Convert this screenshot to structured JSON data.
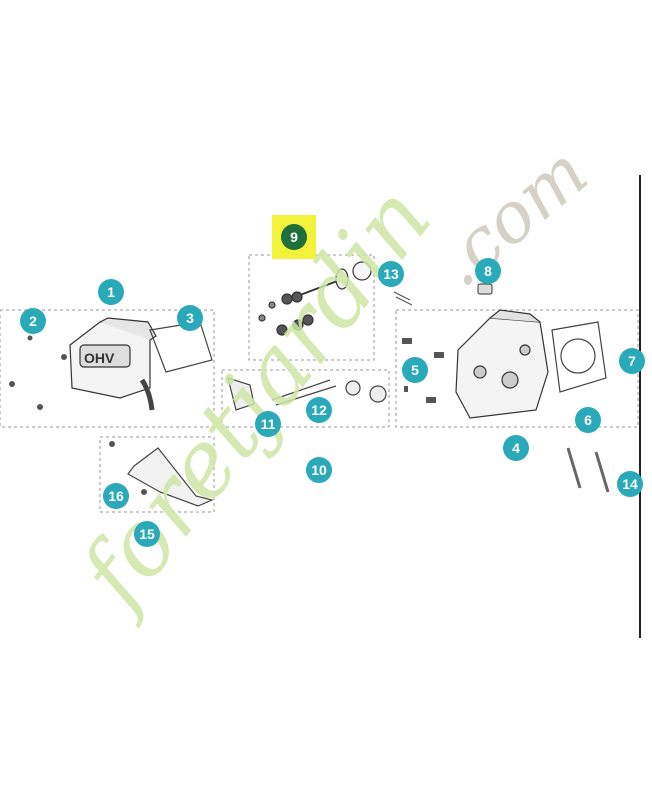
{
  "diagram": {
    "selected_callout": "9",
    "callouts": [
      "1",
      "2",
      "3",
      "4",
      "5",
      "6",
      "7",
      "8",
      "9",
      "10",
      "11",
      "12",
      "13",
      "14",
      "15",
      "16"
    ]
  },
  "watermark": {
    "text_main": "foretjardin",
    "text_domain": ".com"
  },
  "colors": {
    "callout": "#2aa9b8",
    "selected_callout": "#1f6f3a",
    "selection_highlight": "#f2f23a",
    "watermark_green": "#cfe6a6",
    "watermark_grey": "#cfc9bd"
  }
}
